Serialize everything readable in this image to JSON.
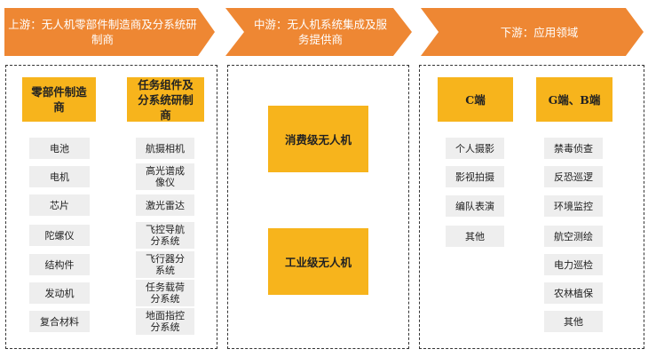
{
  "stages": [
    {
      "label": "上游：无人机零部件制造商及分系统研制商"
    },
    {
      "label": "中游：无人机系统集成及服务提供商"
    },
    {
      "label": "下游：应用领域"
    }
  ],
  "upstream": {
    "parts": {
      "header": "零部件制造商",
      "items": [
        "电池",
        "电机",
        "芯片",
        "陀螺仪",
        "结构件",
        "发动机",
        "复合材料"
      ]
    },
    "subsystems": {
      "header": "任务组件及分系统研制商",
      "items": [
        "航摄相机",
        "高光谱成像仪",
        "激光雷达",
        "飞控导航分系统",
        "飞行器分系统",
        "任务载荷分系统",
        "地面指控分系统"
      ]
    }
  },
  "midstream": {
    "items": [
      "消费级无人机",
      "工业级无人机"
    ]
  },
  "downstream": {
    "c_end": {
      "header": "C端",
      "items": [
        "个人摄影",
        "影视拍摄",
        "编队表演",
        "其他"
      ]
    },
    "gb_end": {
      "header": "G端、B端",
      "items": [
        "禁毒侦查",
        "反恐巡逻",
        "环境监控",
        "航空测绘",
        "电力巡检",
        "农林植保",
        "其他"
      ]
    }
  }
}
